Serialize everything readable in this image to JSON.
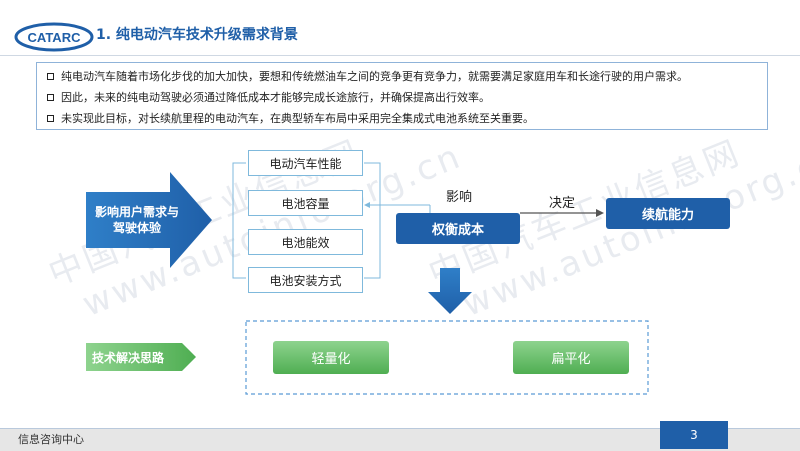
{
  "header": {
    "logo_text": "CATARC",
    "title": "1. 纯电动汽车技术升级需求背景"
  },
  "intro": {
    "items": [
      "纯电动汽车随着市场化步伐的加大加快，要想和传统燃油车之间的竞争更有竞争力，就需要满足家庭用车和长途行驶的用户需求。",
      "因此，未来的纯电动驾驶必须通过降低成本才能够完成长途旅行，并确保提高出行效率。",
      "未实现此目标，对长续航里程的电动汽车，在典型轿车布局中采用完全集成式电池系统至关重要。"
    ]
  },
  "diagram": {
    "influence_label": "影响用户需求与驾驶体验",
    "factors": [
      "电动汽车性能",
      "电池容量",
      "电池能效",
      "电池安装方式"
    ],
    "affect_label": "影响",
    "decide_label": "决定",
    "cost_label": "权衡成本",
    "range_label": "续航能力",
    "approach_label": "技术解决思路",
    "solutions": [
      "轻量化",
      "扁平化"
    ]
  },
  "watermark": {
    "text_left": "中国汽车工业信息网",
    "text_left_url": "www.autoinfo.org.cn",
    "text_right": "中国汽车工业信息网",
    "text_right_url": "www.autoinfo.org.cn"
  },
  "footer": {
    "label": "信息咨询中心",
    "page_number": "3"
  },
  "colors": {
    "primary_blue": "#1f5fa8",
    "accent_green": "#4fae52",
    "light_border": "#7fb9dc"
  }
}
